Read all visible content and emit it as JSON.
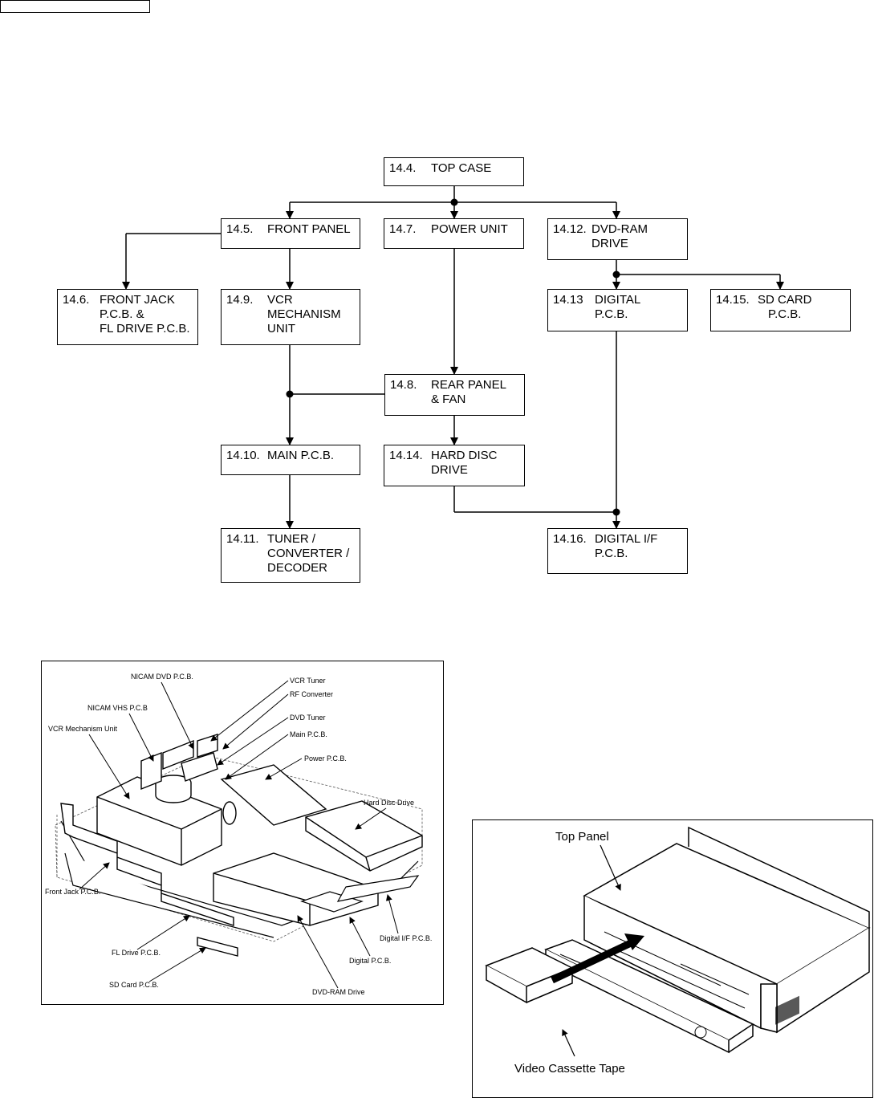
{
  "flowchart": {
    "nodes": [
      {
        "id": "n144",
        "num": "14.4.",
        "label": "TOP CASE"
      },
      {
        "id": "n145",
        "num": "14.5.",
        "label": "FRONT PANEL"
      },
      {
        "id": "n147",
        "num": "14.7.",
        "label": "POWER UNIT"
      },
      {
        "id": "n1412",
        "num": "14.12.",
        "label": "DVD-RAM\nDRIVE"
      },
      {
        "id": "n146",
        "num": "14.6.",
        "label": "FRONT JACK\nP.C.B. &\nFL DRIVE P.C.B."
      },
      {
        "id": "n149",
        "num": "14.9.",
        "label": "VCR\nMECHANISM\nUNIT"
      },
      {
        "id": "n1413",
        "num": "14.13",
        "label": "DIGITAL\nP.C.B."
      },
      {
        "id": "n1415",
        "num": "14.15.",
        "label": "SD CARD\nP.C.B."
      },
      {
        "id": "n148",
        "num": "14.8.",
        "label": "REAR PANEL\n& FAN"
      },
      {
        "id": "n1410",
        "num": "14.10.",
        "label": "MAIN P.C.B."
      },
      {
        "id": "n1414",
        "num": "14.14.",
        "label": "HARD DISC\nDRIVE"
      },
      {
        "id": "n1411",
        "num": "14.11.",
        "label": "TUNER /\nCONVERTER /\nDECODER"
      },
      {
        "id": "n1416",
        "num": "14.16.",
        "label": "DIGITAL I/F\nP.C.B."
      }
    ]
  },
  "component_figure": {
    "labels": [
      "NICAM DVD P.C.B.",
      "VCR Tuner",
      "RF Converter",
      "NICAM VHS P.C.B",
      "DVD Tuner",
      "VCR Mechanism Unit",
      "Main P.C.B.",
      "Power P.C.B.",
      "Hard Disc Drive",
      "Front Jack P.C.B.",
      "Digital I/F P.C.B.",
      "FL Drive P.C.B.",
      "Digital P.C.B.",
      "SD Card P.C.B.",
      "DVD-RAM Drive"
    ]
  },
  "top_panel_figure": {
    "top_panel_label": "Top Panel",
    "tape_label": "Video Cassette Tape"
  }
}
